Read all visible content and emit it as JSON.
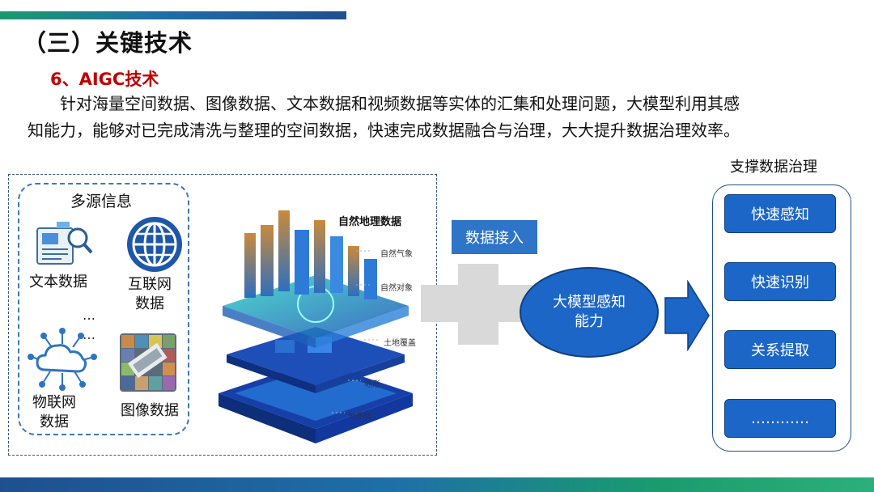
{
  "header": {
    "page_title": "（三）关键技术",
    "section_heading": "6、AIGC技术"
  },
  "intro": {
    "line1": "针对海量空间数据、图像数据、文本数据和视频数据等实体的汇集和处理问题，大模型利用其感",
    "line2": "知能力，能够对已完成清洗与整理的空间数据，快速完成数据融合与治理，大大提升数据治理效率。"
  },
  "sources": {
    "title": "多源信息",
    "text_data": "文本数据",
    "internet_line1": "互联网",
    "internet_line2": "数据",
    "iot_line1": "物联网",
    "iot_line2": "数据",
    "image_data": "图像数据",
    "ellipsis1": "…",
    "ellipsis2": "…"
  },
  "geo": {
    "title": "自然地理数据",
    "layers": [
      "自然气象",
      "自然对象",
      "土地覆盖",
      "地形",
      "地质体"
    ]
  },
  "flow": {
    "data_access": "数据接入",
    "llm_line1": "大模型感知",
    "llm_line2": "能力"
  },
  "support": {
    "title": "支撑数据治理",
    "items": [
      "快速感知",
      "快速识别",
      "关系提取",
      "…………"
    ]
  },
  "colors": {
    "accent_blue": "#1c66c7",
    "heading_red": "#c00000",
    "teal": "#1a9b6e"
  }
}
